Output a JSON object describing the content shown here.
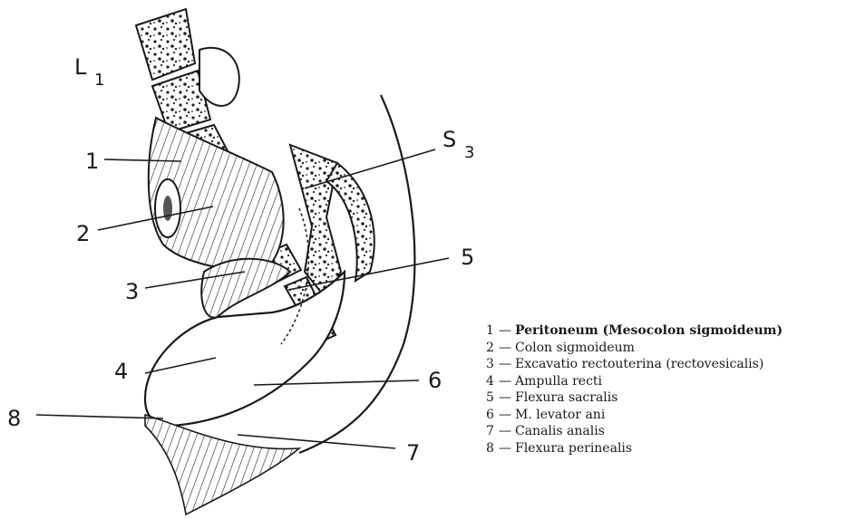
{
  "diagram": {
    "labels": {
      "L1": "L",
      "L1_sub": "1",
      "S3": "S",
      "S3_sub": "3",
      "n1": "1",
      "n2": "2",
      "n3": "3",
      "n4": "4",
      "n5": "5",
      "n6": "6",
      "n7": "7",
      "n8": "8"
    },
    "legend": [
      {
        "num": "1",
        "text": "Peritoneum (Mesocolon sigmoideum)"
      },
      {
        "num": "2",
        "text": "Colon sigmoideum"
      },
      {
        "num": "3",
        "text": "Excavatio rectouterina (rectovesicalis)"
      },
      {
        "num": "4",
        "text": "Ampulla recti"
      },
      {
        "num": "5",
        "text": "Flexura sacralis"
      },
      {
        "num": "6",
        "text": "M. levator ani"
      },
      {
        "num": "7",
        "text": "Canalis analis"
      },
      {
        "num": "8",
        "text": "Flexura perinealis"
      }
    ]
  }
}
